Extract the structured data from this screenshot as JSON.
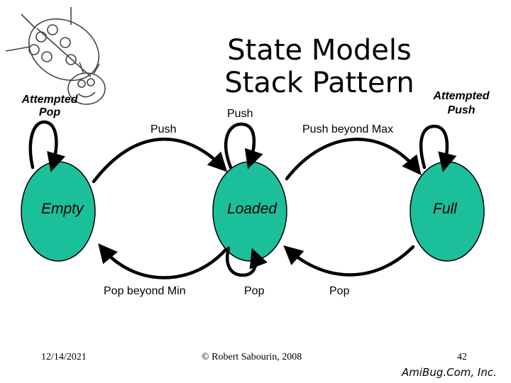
{
  "title": {
    "line1": "State Models",
    "line2": "Stack Pattern"
  },
  "states": {
    "empty": "Empty",
    "loaded": "Loaded",
    "full": "Full"
  },
  "transitions": {
    "attempted_pop": {
      "line1": "Attempted",
      "line2": "Pop"
    },
    "attempted_push": {
      "line1": "Attempted",
      "line2": "Push"
    },
    "push_empty_loaded": "Push",
    "push_loaded_self": "Push",
    "push_beyond_max": "Push beyond Max",
    "pop_beyond_min": "Pop beyond Min",
    "pop_loaded_self": "Pop",
    "pop_full_loaded": "Pop"
  },
  "footer": {
    "date": "12/14/2021",
    "copyright": "© Robert Sabourin, 2008",
    "page": "42",
    "brand": "AmiBug.Com, Inc."
  },
  "colors": {
    "state_fill": "#1bbf9a",
    "stroke": "#000000",
    "bug_stroke": "#333333"
  },
  "icons": {
    "logo": "ladybug-icon"
  }
}
